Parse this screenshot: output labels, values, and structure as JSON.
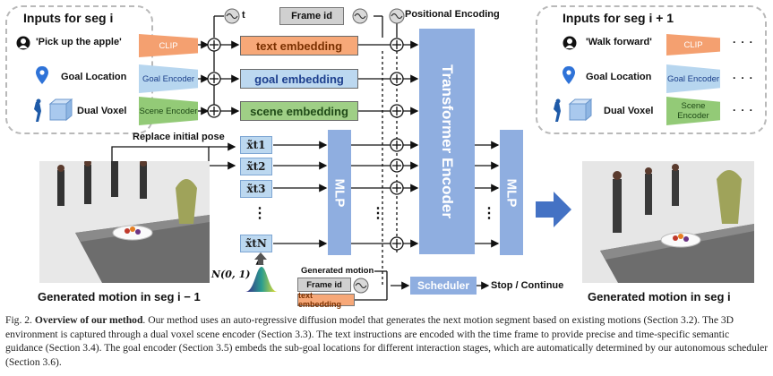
{
  "left_box": {
    "title": "Inputs for seg i",
    "task_text": "'Pick up the apple'",
    "goal_label": "Goal Location",
    "voxel_label": "Dual Voxel",
    "clip_label": "CLIP",
    "goal_encoder_label": "Goal Encoder",
    "scene_encoder_label": "Scene Encoder"
  },
  "right_box": {
    "title": "Inputs for seg i + 1",
    "task_text": "'Walk forward'",
    "goal_label": "Goal Location",
    "voxel_label": "Dual Voxel",
    "clip_label": "CLIP",
    "goal_encoder_label": "Goal Encoder",
    "scene_encoder_label": "Scene Encoder",
    "ellipsis": "· · ·"
  },
  "embeddings": {
    "text": "text embedding",
    "goal": "goal embedding",
    "scene": "scene embedding"
  },
  "top": {
    "t_label": "t",
    "frame_id": "Frame id",
    "positional": "Positional Encoding"
  },
  "replace_label": "Replace initial pose",
  "noisy_inputs": [
    "x̃t1",
    "x̃t2",
    "x̃t3",
    "⋮",
    "x̃tN"
  ],
  "mlp_label": "MLP",
  "transformer_label": "Transformer Encoder",
  "noise_label": "N(0, 1)",
  "scheduler": {
    "generated_motion": "Generated motion",
    "frame_id": "Frame id",
    "text_embedding": "text embedding",
    "label": "Scheduler",
    "output": "Stop / Continue"
  },
  "left_caption": "Generated motion in seg i − 1",
  "right_caption": "Generated motion in seg i",
  "caption": {
    "fig": "Fig. 2.",
    "bold": "Overview of our method",
    "text": ". Our method uses an auto-regressive diffusion model that generates the next motion segment based on existing motions (Section 3.2). The 3D environment is captured through a dual voxel scene encoder (Section 3.3). The text instructions are encoded with the time frame to provide precise and time-specific semantic guidance (Section 3.4). The goal encoder (Section 3.5) embeds the sub-goal locations for different interaction stages, which are automatically determined by our autonomous scheduler (Section 3.6)."
  },
  "colors": {
    "orange": "#f4a070",
    "blue": "#b7d6ef",
    "green": "#93ca77",
    "bar_blue": "#8faee0"
  }
}
